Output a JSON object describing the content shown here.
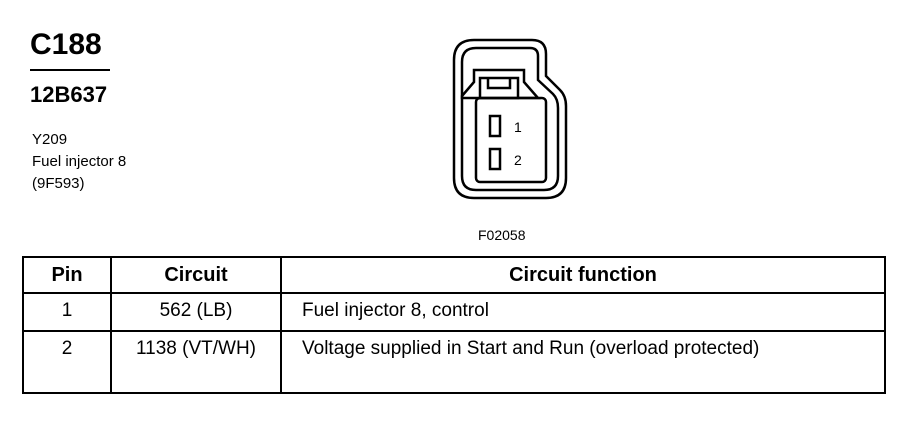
{
  "header": {
    "connector_id": "C188",
    "part_number": "12B637",
    "description_lines": [
      "Y209",
      "Fuel injector 8",
      "(9F593)"
    ]
  },
  "diagram": {
    "pin_labels": [
      "1",
      "2"
    ],
    "figure_code": "F02058"
  },
  "table": {
    "headers": [
      "Pin",
      "Circuit",
      "Circuit function"
    ],
    "rows": [
      {
        "pin": "1",
        "circuit": "562 (LB)",
        "function": "Fuel injector 8, control"
      },
      {
        "pin": "2",
        "circuit": "1138 (VT/WH)",
        "function": "Voltage supplied in Start and Run (overload protected)"
      }
    ]
  }
}
